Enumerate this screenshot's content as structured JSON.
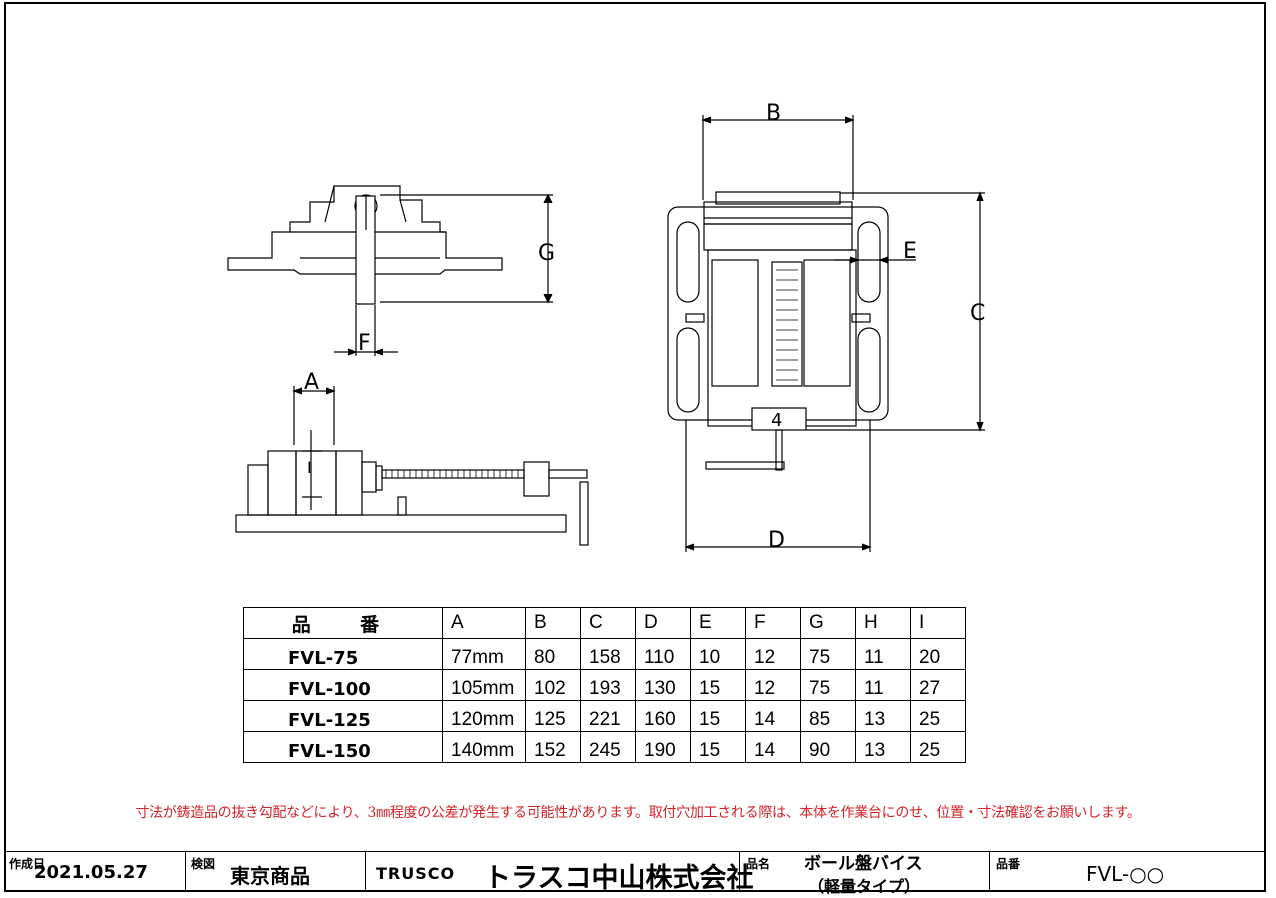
{
  "dimensions": {
    "A": "A",
    "B": "B",
    "C": "C",
    "D": "D",
    "E": "E",
    "F": "F",
    "G": "G",
    "I": "I",
    "num4": "4"
  },
  "table": {
    "headers": [
      "品　番",
      "A",
      "B",
      "C",
      "D",
      "E",
      "F",
      "G",
      "H",
      "I"
    ],
    "rows": [
      [
        "FVL-75",
        "77mm",
        "80",
        "158",
        "110",
        "10",
        "12",
        "75",
        "11",
        "20"
      ],
      [
        "FVL-100",
        "105mm",
        "102",
        "193",
        "130",
        "15",
        "12",
        "75",
        "11",
        "27"
      ],
      [
        "FVL-125",
        "120mm",
        "125",
        "221",
        "160",
        "15",
        "14",
        "85",
        "13",
        "25"
      ],
      [
        "FVL-150",
        "140mm",
        "152",
        "245",
        "190",
        "15",
        "14",
        "90",
        "13",
        "25"
      ]
    ]
  },
  "note": "寸法が鋳造品の抜き勾配などにより、3㎜程度の公差が発生する可能性があります。取付穴加工される際は、本体を作業台にのせ、位置・寸法確認をお願いします。",
  "title_block": {
    "created_label": "作成日",
    "created_value": "2021.05.27",
    "inspected_label": "検図",
    "inspected_value": "東京商品",
    "brand": "TRUSCO",
    "company": "トラスコ中山株式会社",
    "product_name_label": "品名",
    "product_name_line1": "ボール盤バイス",
    "product_name_line2": "（軽量タイプ）",
    "product_no_label": "品番",
    "product_no_value": "FVL-○○"
  },
  "colors": {
    "note_red": "#d2232a",
    "line": "#000000"
  }
}
